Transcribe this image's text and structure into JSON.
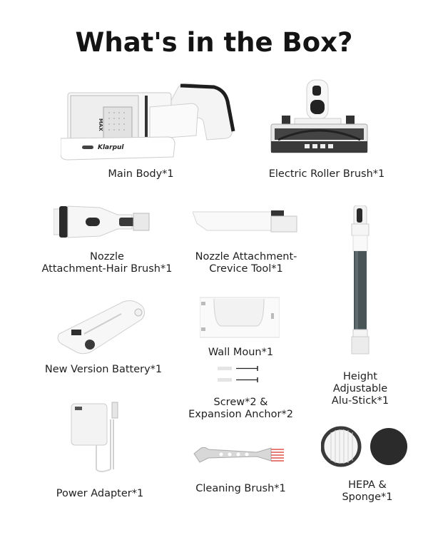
{
  "header": {
    "title": "What's in the Box?"
  },
  "brand": {
    "logo_text": "Klarpul",
    "max_mark": "MAX"
  },
  "items": [
    {
      "id": "main-body",
      "label": "Main Body*1"
    },
    {
      "id": "electric-roller-brush",
      "label": "Electric Roller Brush*1"
    },
    {
      "id": "hair-brush",
      "label_line1": "Nozzle",
      "label_line2": "Attachment-Hair Brush*1"
    },
    {
      "id": "crevice-tool",
      "label_line1": "Nozzle Attachment-",
      "label_line2": "Crevice Tool*1"
    },
    {
      "id": "alu-stick",
      "label_line1": "Height",
      "label_line2": "Adjustable",
      "label_line3": "Alu-Stick*1"
    },
    {
      "id": "battery",
      "label": "New Version Battery*1"
    },
    {
      "id": "wall-mount",
      "label": "Wall Moun*1"
    },
    {
      "id": "screws",
      "label_line1": "Screw*2 &",
      "label_line2": "Expansion Anchor*2"
    },
    {
      "id": "power-adapter",
      "label": "Power Adapter*1"
    },
    {
      "id": "cleaning-brush",
      "label": "Cleaning Brush*1"
    },
    {
      "id": "hepa-sponge",
      "label_line1": "HEPA &",
      "label_line2": "Sponge*1"
    }
  ],
  "colors": {
    "title": "#141414",
    "text": "#1f1f1f",
    "dark_accent": "#2b2b2b",
    "stick_gray": "#4a5558",
    "brush_red": "#e0504a"
  }
}
